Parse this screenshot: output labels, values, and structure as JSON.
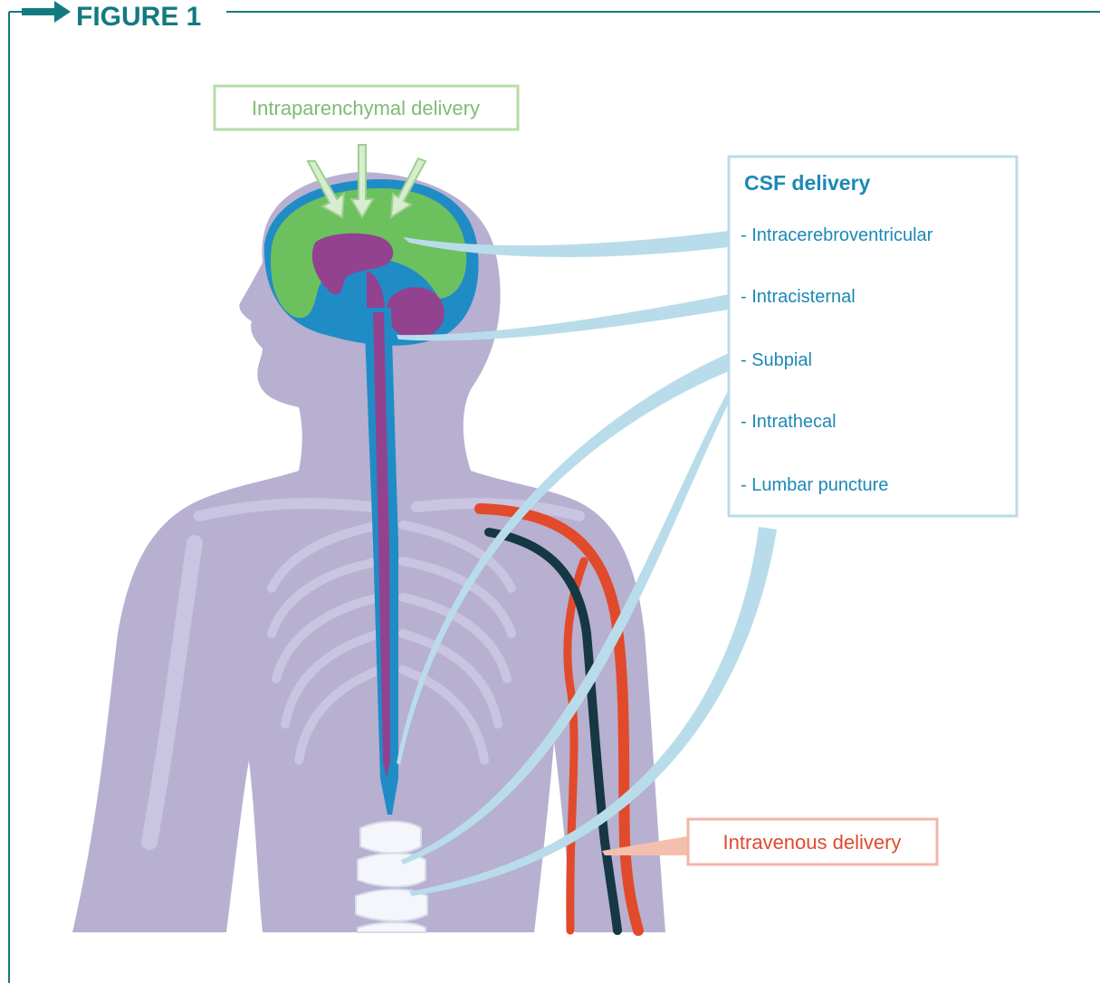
{
  "figure": {
    "title": "FIGURE 1"
  },
  "labels": {
    "intraparenchymal": "Intraparenchymal delivery",
    "intravenous": "Intravenous delivery"
  },
  "csf_box": {
    "heading": "CSF delivery",
    "items": [
      "- Intracerebroventricular",
      "- Intracisternal",
      "- Subpial",
      "- Intrathecal",
      "- Lumbar puncture"
    ]
  },
  "colors": {
    "frame_teal": "#137a80",
    "body_lavender": "#b7b0d0",
    "bone_light": "#c7c3de",
    "brain_green": "#6cc15e",
    "csf_blue": "#1f8cc6",
    "ventricle_purple": "#93428f",
    "label_green": "#7dbd71",
    "label_blue": "#1b89b6",
    "arrow_light_blue": "#b9dcea",
    "artery_red": "#e24a2c",
    "vein_dark": "#163744",
    "label_red": "#e04a2e"
  }
}
